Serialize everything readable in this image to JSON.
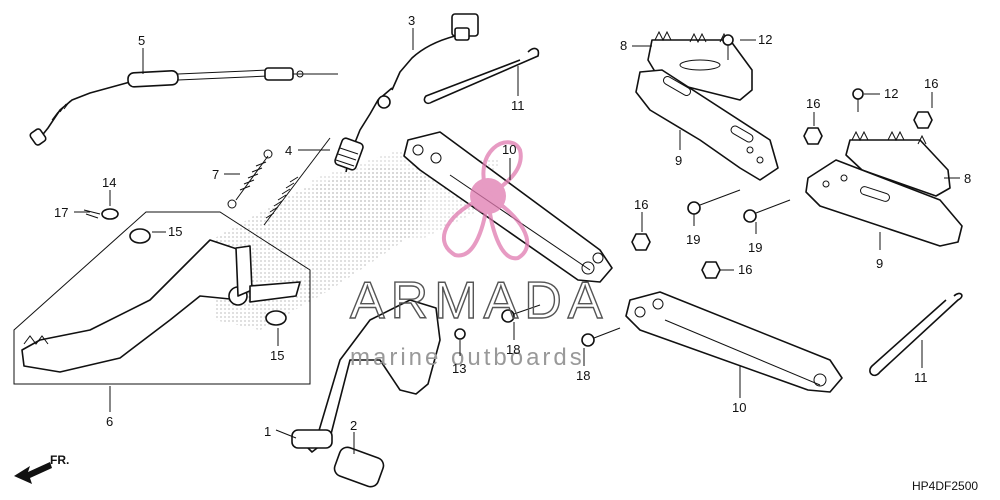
{
  "diagram_code": "HP4DF2500",
  "front_indicator": "FR.",
  "watermark": {
    "brand": "ARMADA",
    "tagline": "marine outboards",
    "logo_color": "#e07ab0"
  },
  "callouts": [
    "1",
    "2",
    "3",
    "4",
    "5",
    "6",
    "7",
    "8",
    "9",
    "10",
    "11",
    "12",
    "13",
    "14",
    "15",
    "16",
    "17",
    "18",
    "19"
  ],
  "labels": {
    "l5": "5",
    "l3": "3",
    "l11a": "11",
    "l8a": "8",
    "l12a": "12",
    "l12b": "12",
    "l16a": "16",
    "l16b": "16",
    "l9a": "9",
    "l4": "4",
    "l7": "7",
    "l10a": "10",
    "l14": "14",
    "l17": "17",
    "l15a": "15",
    "l16c": "16",
    "l19a": "19",
    "l19b": "19",
    "l8b": "8",
    "l9b": "9",
    "l16d": "16",
    "l18a": "18",
    "l13": "13",
    "l15b": "15",
    "l6": "6",
    "l18b": "18",
    "l10b": "10",
    "l11b": "11",
    "l1": "1",
    "l2": "2"
  }
}
